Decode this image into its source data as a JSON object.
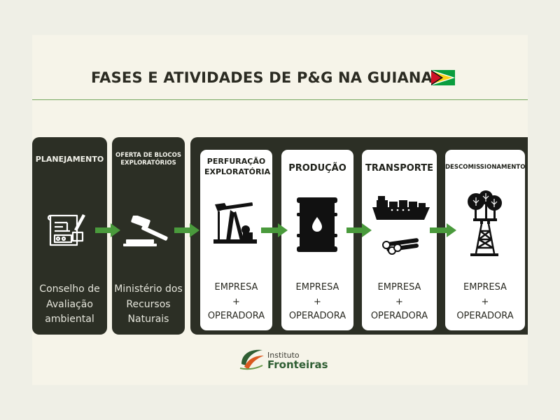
{
  "title": "FASES E ATIVIDADES DE P&G NA GUIANA",
  "stages": [
    {
      "title": "PLANEJAMENTO",
      "desc": [
        "Conselho de",
        "Avaliação",
        "ambiental"
      ],
      "icon": "blueprint-icon"
    },
    {
      "title": "OFERTA DE BLOCOS EXPLORATÓRIOS",
      "desc": [
        "Ministério dos",
        "Recursos",
        "Naturais"
      ],
      "icon": "gavel-icon"
    },
    {
      "title": "PERFURAÇÃO EXPLORATÓRIA",
      "desc": [
        "EMPRESA",
        "+",
        "OPERADORA"
      ],
      "icon": "pumpjack-icon"
    },
    {
      "title": "PRODUÇÃO",
      "desc": [
        "EMPRESA",
        "+",
        "OPERADORA"
      ],
      "icon": "oil-barrel-icon"
    },
    {
      "title": "TRANSPORTE",
      "desc": [
        "EMPRESA",
        "+",
        "OPERADORA"
      ],
      "icon": "ship-pipes-icon"
    },
    {
      "title": "DESCOMISSIONAMENTO",
      "desc": [
        "EMPRESA",
        "+",
        "OPERADORA"
      ],
      "icon": "trees-rig-icon"
    }
  ],
  "logo": {
    "small": "Instituto",
    "big": "Fronteiras"
  },
  "colors": {
    "dark": "#2c2f25",
    "arrow": "#4a9a3c",
    "accent": "#77a860"
  }
}
